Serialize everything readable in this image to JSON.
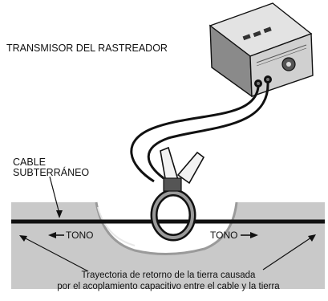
{
  "labels": {
    "transmitter_title": "TRANSMISOR DEL RASTREADOR",
    "cable_line1": "CABLE",
    "cable_line2": "SUBTERRÁNEO",
    "tono_left": "TONO",
    "tono_right": "TONO",
    "caption_line1": "Trayectoria de retorno de la tierra causada",
    "caption_line2": "por el acoplamiento capacitivo entre el cable y la tierra"
  },
  "icons": {
    "transmitter": "transmitter-box-icon",
    "clamp": "clamp-icon",
    "leads": "test-leads-icon"
  },
  "colors": {
    "ground": "#c9c9c9",
    "ground_shadow": "#8f8f8f",
    "ink": "#111111",
    "device_face": "#cfcfcf",
    "device_dark": "#333333"
  }
}
